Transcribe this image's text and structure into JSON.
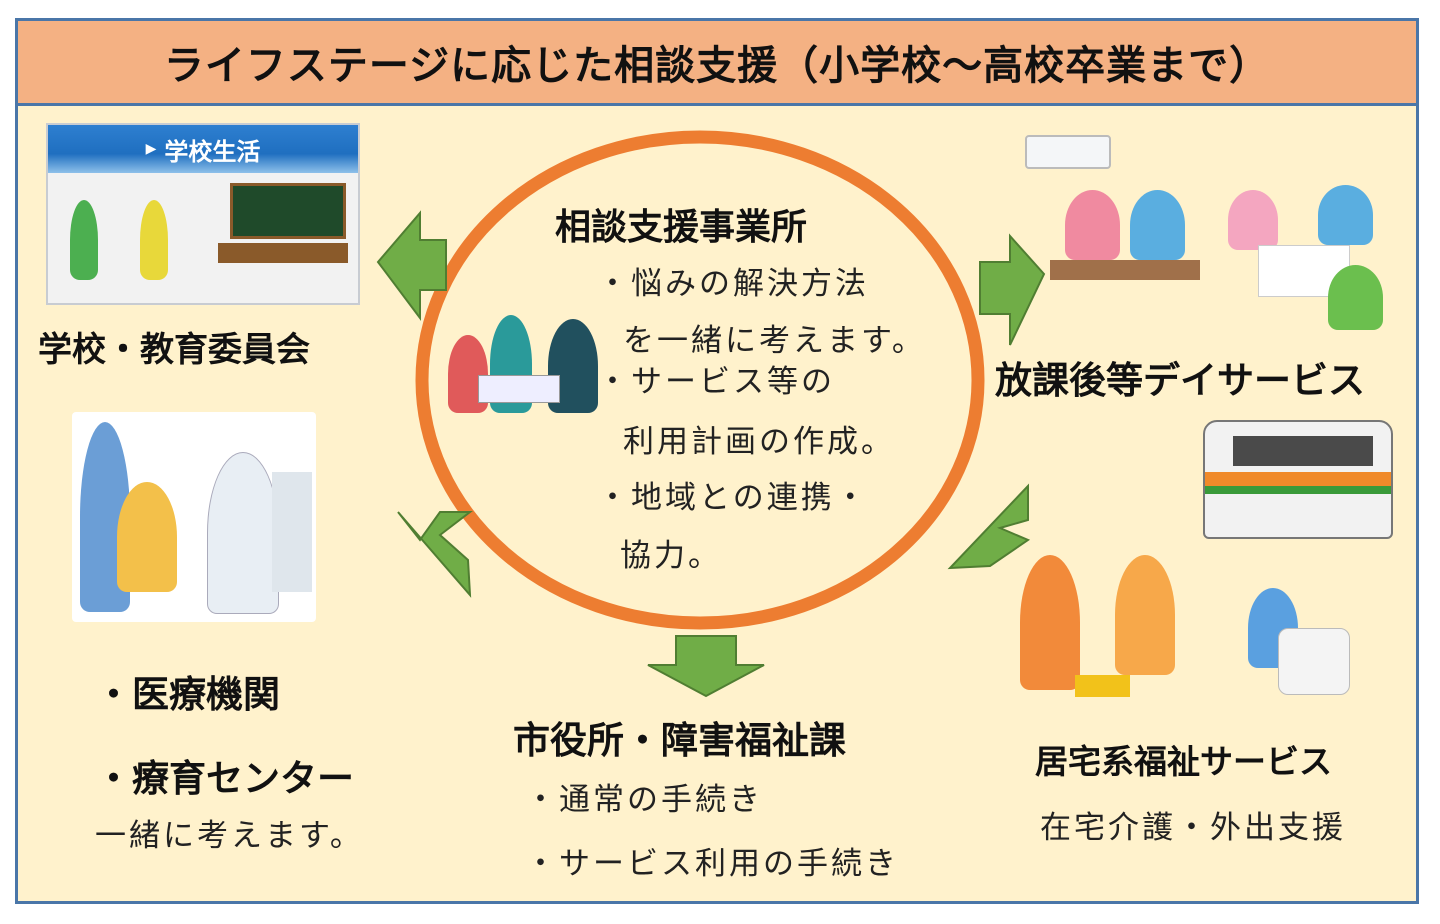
{
  "title": "ライフステージに応じた相談支援（小学校～高校卒業まで）",
  "center": {
    "heading": "相談支援事業所",
    "lines": [
      "・悩みの解決方法",
      "を一緒に考えます。",
      "・サービス等の",
      "利用計画の作成。",
      "・地域との連携・",
      "協力。"
    ]
  },
  "school": {
    "photo_banner": "学校生活",
    "label": "学校・教育委員会"
  },
  "medical": {
    "items": [
      "・医療機関",
      "・療育センター"
    ],
    "note": "一緒に考えます。"
  },
  "city": {
    "heading": "市役所・障害福祉課",
    "items": [
      "・通常の手続き",
      "・サービス利用の手続き"
    ]
  },
  "afterschool": {
    "label": "放課後等デイサービス"
  },
  "home": {
    "heading": "居宅系福祉サービス",
    "note": "在宅介護・外出支援"
  },
  "colors": {
    "header": "#f4b183",
    "background": "#fff2cc",
    "border": "#4a76a8",
    "ring": "#ed7d31",
    "arrow": "#70ad47"
  }
}
